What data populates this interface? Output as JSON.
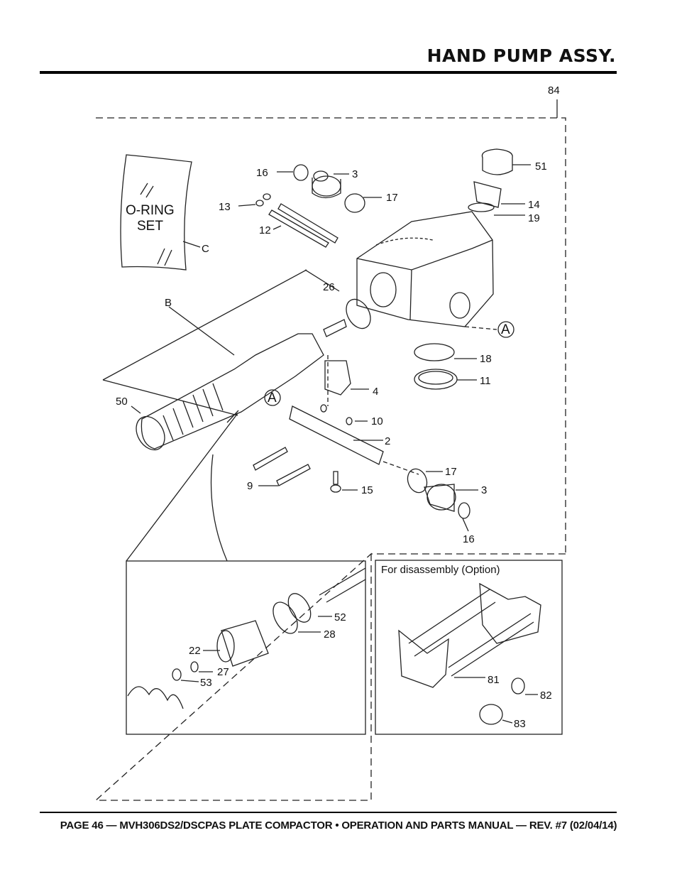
{
  "page": {
    "title": "HAND PUMP ASSY.",
    "footer": "PAGE 46 — MVH306DS2/DSCPAS PLATE COMPACTOR • OPERATION AND PARTS MANUAL — REV. #7 (02/04/14)"
  },
  "diagram": {
    "bag_label_line1": "O-RING",
    "bag_label_line2": "SET",
    "inset_title": "For disassembly (Option)",
    "callouts": {
      "c84": "84",
      "c16a": "16",
      "c3a": "3",
      "c17a": "17",
      "c51": "51",
      "c14": "14",
      "c19": "19",
      "c13": "13",
      "c12": "12",
      "cC": "C",
      "c26": "26",
      "cB": "B",
      "cA1": "A",
      "c18": "18",
      "c11": "11",
      "c4": "4",
      "c50": "50",
      "cA2": "A",
      "c10": "10",
      "c2": "2",
      "c17b": "17",
      "c9": "9",
      "c15": "15",
      "c3b": "3",
      "c16b": "16",
      "c52": "52",
      "c28": "28",
      "c22": "22",
      "c27": "27",
      "c53": "53",
      "c81": "81",
      "c82": "82",
      "c83": "83"
    }
  }
}
